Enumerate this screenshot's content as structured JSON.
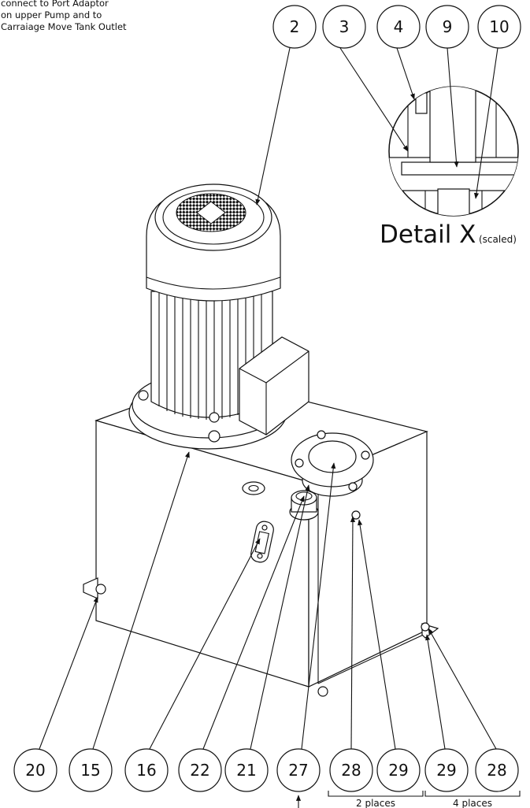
{
  "note": {
    "lines": [
      "connect to Port Adaptor",
      "on upper Pump and to",
      "Carraiage Move Tank Outlet"
    ]
  },
  "detail": {
    "label": "Detail X",
    "sub": "(scaled)"
  },
  "balloons": {
    "top": [
      "2",
      "3",
      "4",
      "9",
      "10"
    ],
    "bottom": [
      "20",
      "15",
      "16",
      "22",
      "21",
      "27",
      "28",
      "29",
      "29",
      "28"
    ]
  },
  "brackets": {
    "left": "2 places",
    "right": "4 places"
  }
}
